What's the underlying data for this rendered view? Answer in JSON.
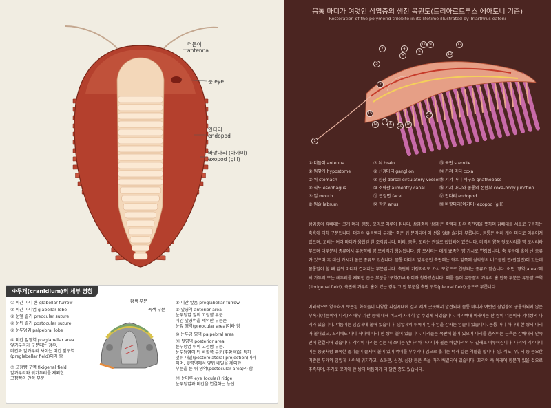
{
  "left": {
    "labels": {
      "antenna": "더듬이\nantenna",
      "eye": "눈 eye",
      "endopod": "안다리\nendopod",
      "exopod": "바깥다리 (아가미)\nexopod (gill)"
    },
    "cranidium": {
      "title": "※두개(cranidium)의 세부 명칭",
      "diagram_labels": {
        "yellow": "황색 부분",
        "green": "녹색 부분"
      },
      "items_left": [
        {
          "n": "①",
          "text": "미간 마디 홈 glabellar furrow"
        },
        {
          "n": "②",
          "text": "미간 마디엽 glabellar lobe"
        },
        {
          "n": "③",
          "text": "눈앞 솔기 preocular suture"
        },
        {
          "n": "④",
          "text": "눈뒤 솔기 postocular suture"
        },
        {
          "n": "⑤",
          "text": "눈두덩엽 palpebral lobe"
        },
        {
          "n": "⑥",
          "text": "미간 앞영역 preglabellar area\n앞가두리가 구분되는 경우,\n미간과 앞가두리 사이는 미간 앞구역\n(preglabellar field)이라 함"
        },
        {
          "n": "⑦",
          "text": "고정뺨 구역 fixigenal field\n앞가두리와 뒷가두리를 제외한\n고정뺨의 안쪽 부분"
        }
      ],
      "items_right": [
        {
          "n": "⑧",
          "text": "미간 앞홈 preglabellar furrow"
        },
        {
          "n": "⑨",
          "text": "앞영역 anterior area\n눈두덩엽 앞의 고정뺨 부분.\n미간 앞영역을 제외한 부분은\n눈앞 영역(preocular area)이라 함"
        },
        {
          "n": "⑩",
          "text": "눈두덩 영역 palpebral area"
        },
        {
          "n": "⑪",
          "text": "뒷영역 posterior area\n눈두덩엽 뒤의 고정뺨 부분.\n눈두덩엽의 뒤 바깥쪽 부분(주황색)을 특히\n옆뒤 내밀(posterolateral projection)이라\n하며, 뒷영역에서 옆뒤 내밀을 제외한\n부분을 눈 뒤 영역(postocular area)라 함"
        },
        {
          "n": "⑫",
          "text": "눈마루 eye (ocular) ridge\n눈두덩엽과 미간을 연결하는 능선"
        }
      ]
    }
  },
  "right": {
    "title": "몸통 마디가 여럿인 삼엽충의 생전 복원도(트리아르트루스 에아토니 기준)",
    "subtitle": "Restoration of the polymerid trilobite in its lifetime illustrated by Triarthrus eatoni",
    "legend": [
      [
        "① 더듬이 antenna",
        "② 입앞게 hypostome",
        "③ 위 stomach",
        "④ 식도 esophagus",
        "⑤ 입 mouth",
        "⑥ 입술 labrum"
      ],
      [
        "⑦ 뇌 brain",
        "⑧ 신경마디 ganglion",
        "⑨ 심장 dorsal circulatory vessel",
        "⑩ 소화관 alimentry canal",
        "⑪ 관절면 facet",
        "⑫ 항문 anus"
      ],
      [
        "⑬ 복판 sternite",
        "⑭ 기저 마디 coxa",
        "⑮ 기저 마디 턱구조 gnathobase",
        "⑯ 기저 마디와 몸통의 접합부 coxa-body junction",
        "⑰ 안다리 endopod",
        "⑱ 바깥다리(아가미) exopod (gill)"
      ]
    ],
    "paragraph1": "삼엽충의 갑빼대는 크게 머리, 몸통, 꼬리로 이루어 집니다. 삼엽충의 '삼엽'은 축엽과 좌우 측판엽을 뜻하며 갑빼대를 세로로 구분하는 축홈에 의해 구분됩니다. 머리의 유동뺨과 두개는 죽은 뒤 분리되며 이 선을 얼굴 솔기라 부릅니다. 몸통은 여러 개의 마디로 이루어져 있으며, 꼬리는 여러 마디가 융합된 한 조각입니다. 머리, 몸통, 꼬리는 관절로 접합되어 있습니다. 머리의 양쪽 뒷모서리를 뺨 모서리라 부르며 대부분의 종류에서 유동뺨에 뺨 모서리가 형성됩니다. 뺨 모서리는 대개 뾰족한 뺨 가시로 연장됩니다. 축 부분에 혹이 난 종류가 있으며 혹 대신 가시가 돋은 종류도 있습니다. 몸통 마디의 옆부분인 측판에는 좌우 앞쪽에 삼각형의 비스듬한 면(관절면)이 있는데 몸통말이 할 때 앞뒤 마디와 겹쳐지는 부분입니다. 측판의 가장자리도 가시 모양으로 연장되는 종류가 많습니다. 어떤 '영역(area)'에서 가두리 또는 테두리를 제외한 좁은 부분을 '구역(field)'이라 칭하였습니다. 예를 들어 유동뺨의 가두리 홈 안쪽 부분은 유동뺨 구역(librigenal field), 측판에 가두리 홈이 있는 경우 그 안 부분을 측판 구역(pleural field) 등으로 부릅니다.",
    "paragraph2": "예외적으로 양호하게 보존된 화석들이 다양한 지질시대에 걸쳐 세계 곳곳에서 발견되어 몸통 마디가 여럿인 삼엽충의 공통화되지 않은 부속지(더듬이와 다리)와 내부 기관 등에 대해 비교적 자세히 알 수있게 되었습니다. 머리뼈대 아래에는 한 쌍의 더듬이와 서너쌍의 다리가 있습니다. 더듬이는 입앞게에 붙어 있습니다. 입앞게의 뒤쪽에 입과 입을 감싸는 입술이 있습니다. 몸통 마디 하나에 한 쌍의 다리가 붙어있고, 꼬리에도 마디 하나에 다리 한 쌍이 붙어 있습니다. 다리들은 복판에 붙어 있으며 다리를 움직이는 근육은 갑빼대의 안쪽 면에 연결되어 있습니다. 각각의 다리는 걷는 데 쓰이는 안다리와 아가미가 붙은 바깥다리의 두 갈래로 이루어집니다. 다리의 기저마디에는 송곳처럼 뾰족한 돌기들이 줄지어 붙어 있어 먹이를 부수거나 입으로 옮기는 턱과 같은 역할을 합니다. 입, 식도, 위, 뇌 등 중요한 기관은 두개와 입앞게 사이에 위치하고, 소화관, 신경, 심장 등은 축을 따라 배열되어 있습니다. 꼬리의 축 아래에 항문이 있을 것으로 추측되며, 추가로 꼬리에 한 쌍의 더듬이가 더 달린 종도 있습니다."
  }
}
